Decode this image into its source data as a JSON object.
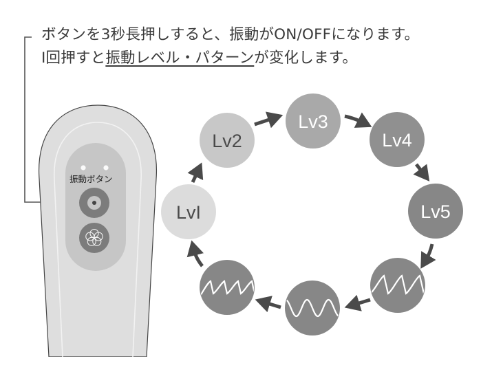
{
  "instructions": {
    "line1": "ボタンを3秒長押しすると、振動がON/OFFになります。",
    "line2_prefix": "I回押すと",
    "line2_underlined": "振動レベル・パターン",
    "line2_suffix": "が変化します。"
  },
  "device": {
    "button_label": "振動ボタン",
    "indicator_lights": 2,
    "buttons": [
      {
        "name": "vibration-button",
        "icon": "ring-dot-icon"
      },
      {
        "name": "flower-button",
        "icon": "flower-icon"
      }
    ]
  },
  "cycle": {
    "direction": "clockwise",
    "steps": [
      {
        "label": "LvI",
        "kind": "level",
        "fill": "#dcdcdc",
        "text_color": "#4a4a4a"
      },
      {
        "label": "Lv2",
        "kind": "level",
        "fill": "#c8c8c8",
        "text_color": "#4a4a4a"
      },
      {
        "label": "Lv3",
        "kind": "level",
        "fill": "#a9a9a9",
        "text_color": "#ffffff"
      },
      {
        "label": "Lv4",
        "kind": "level",
        "fill": "#909090",
        "text_color": "#ffffff"
      },
      {
        "label": "Lv5",
        "kind": "level",
        "fill": "#878787",
        "text_color": "#ffffff"
      },
      {
        "label": "",
        "kind": "pattern",
        "pattern": "sawtooth-wave",
        "fill": "#878787"
      },
      {
        "label": "",
        "kind": "pattern",
        "pattern": "sine-wave",
        "fill": "#878787"
      },
      {
        "label": "",
        "kind": "pattern",
        "pattern": "small-sawtooth-wave",
        "fill": "#878787"
      }
    ]
  },
  "colors": {
    "arrow": "#4a4a4a",
    "device_body": "#dedede",
    "device_panel": "#c4c4c4",
    "button_dark": "#7a7a7a",
    "leader_line": "#555555"
  }
}
